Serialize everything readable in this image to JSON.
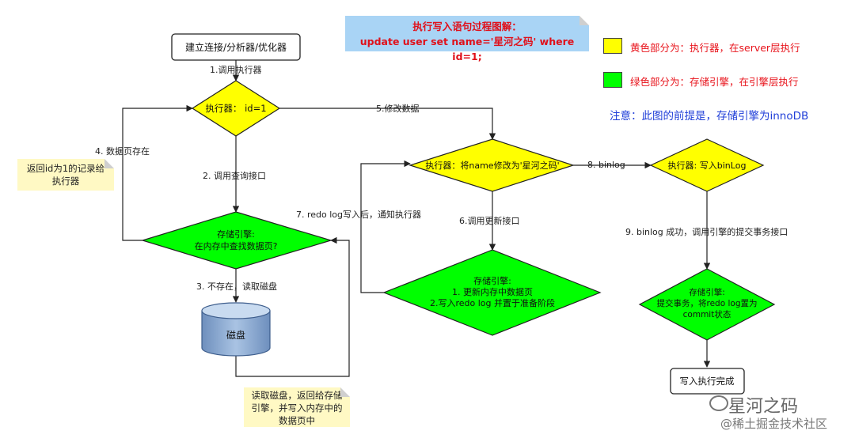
{
  "title_note": {
    "line1": "执行写入语句过程图解：",
    "line2": "update user set name='星河之码' where id=1;"
  },
  "legend": [
    {
      "color": "#ffff00",
      "text": "黄色部分为：执行器，在server层执行"
    },
    {
      "color": "#00ff00",
      "text": "绿色部分为：存储引擎，在引擎层执行"
    }
  ],
  "attention": "注意：此图的前提是，存储引擎为innoDB",
  "colors": {
    "executor": "#ffff00",
    "engine": "#00ff00",
    "disk": "#8fb0d6",
    "accent": "#e8141c",
    "note_blue": "#1f3ed8"
  },
  "nodes": {
    "start": "建立连接/分析器/优化器",
    "executor_id": "执行器：  id=1",
    "engine_lookup": [
      "存储引擎:",
      "在内存中查找数据页?"
    ],
    "disk": "磁盘",
    "executor_modify": "执行器：将name修改为'星河之码'",
    "engine_update": [
      "存储引擎:",
      "1. 更新内存中数据页",
      "2.写入redo log 并置于准备阶段"
    ],
    "executor_binlog": "执行器: 写入binLog",
    "engine_commit": [
      "存储引擎:",
      "提交事务，将redo log置为",
      "commit状态"
    ],
    "finish": "写入执行完成"
  },
  "edges": {
    "e1": "1.调用执行器",
    "e2": "2. 调用查询接口",
    "e3": "3. 不存在，读取磁盘",
    "e4": "4. 数据页存在",
    "e5": "5.修改数据",
    "e6": "6.调用更新接口",
    "e7": "7. redo log写入后，通知执行器",
    "e8": "8. binlog",
    "e9": "9. binlog 成功，调用引擎的提交事务接口"
  },
  "notes": {
    "return_id": [
      "返回id为1的记录给",
      "执行器"
    ],
    "read_disk": [
      "读取磁盘，返回给存储",
      "引擎，并写入内存中的",
      "数据页中"
    ]
  },
  "watermark": {
    "line1": "星河之码",
    "line2": "@稀土掘金技术社区"
  }
}
